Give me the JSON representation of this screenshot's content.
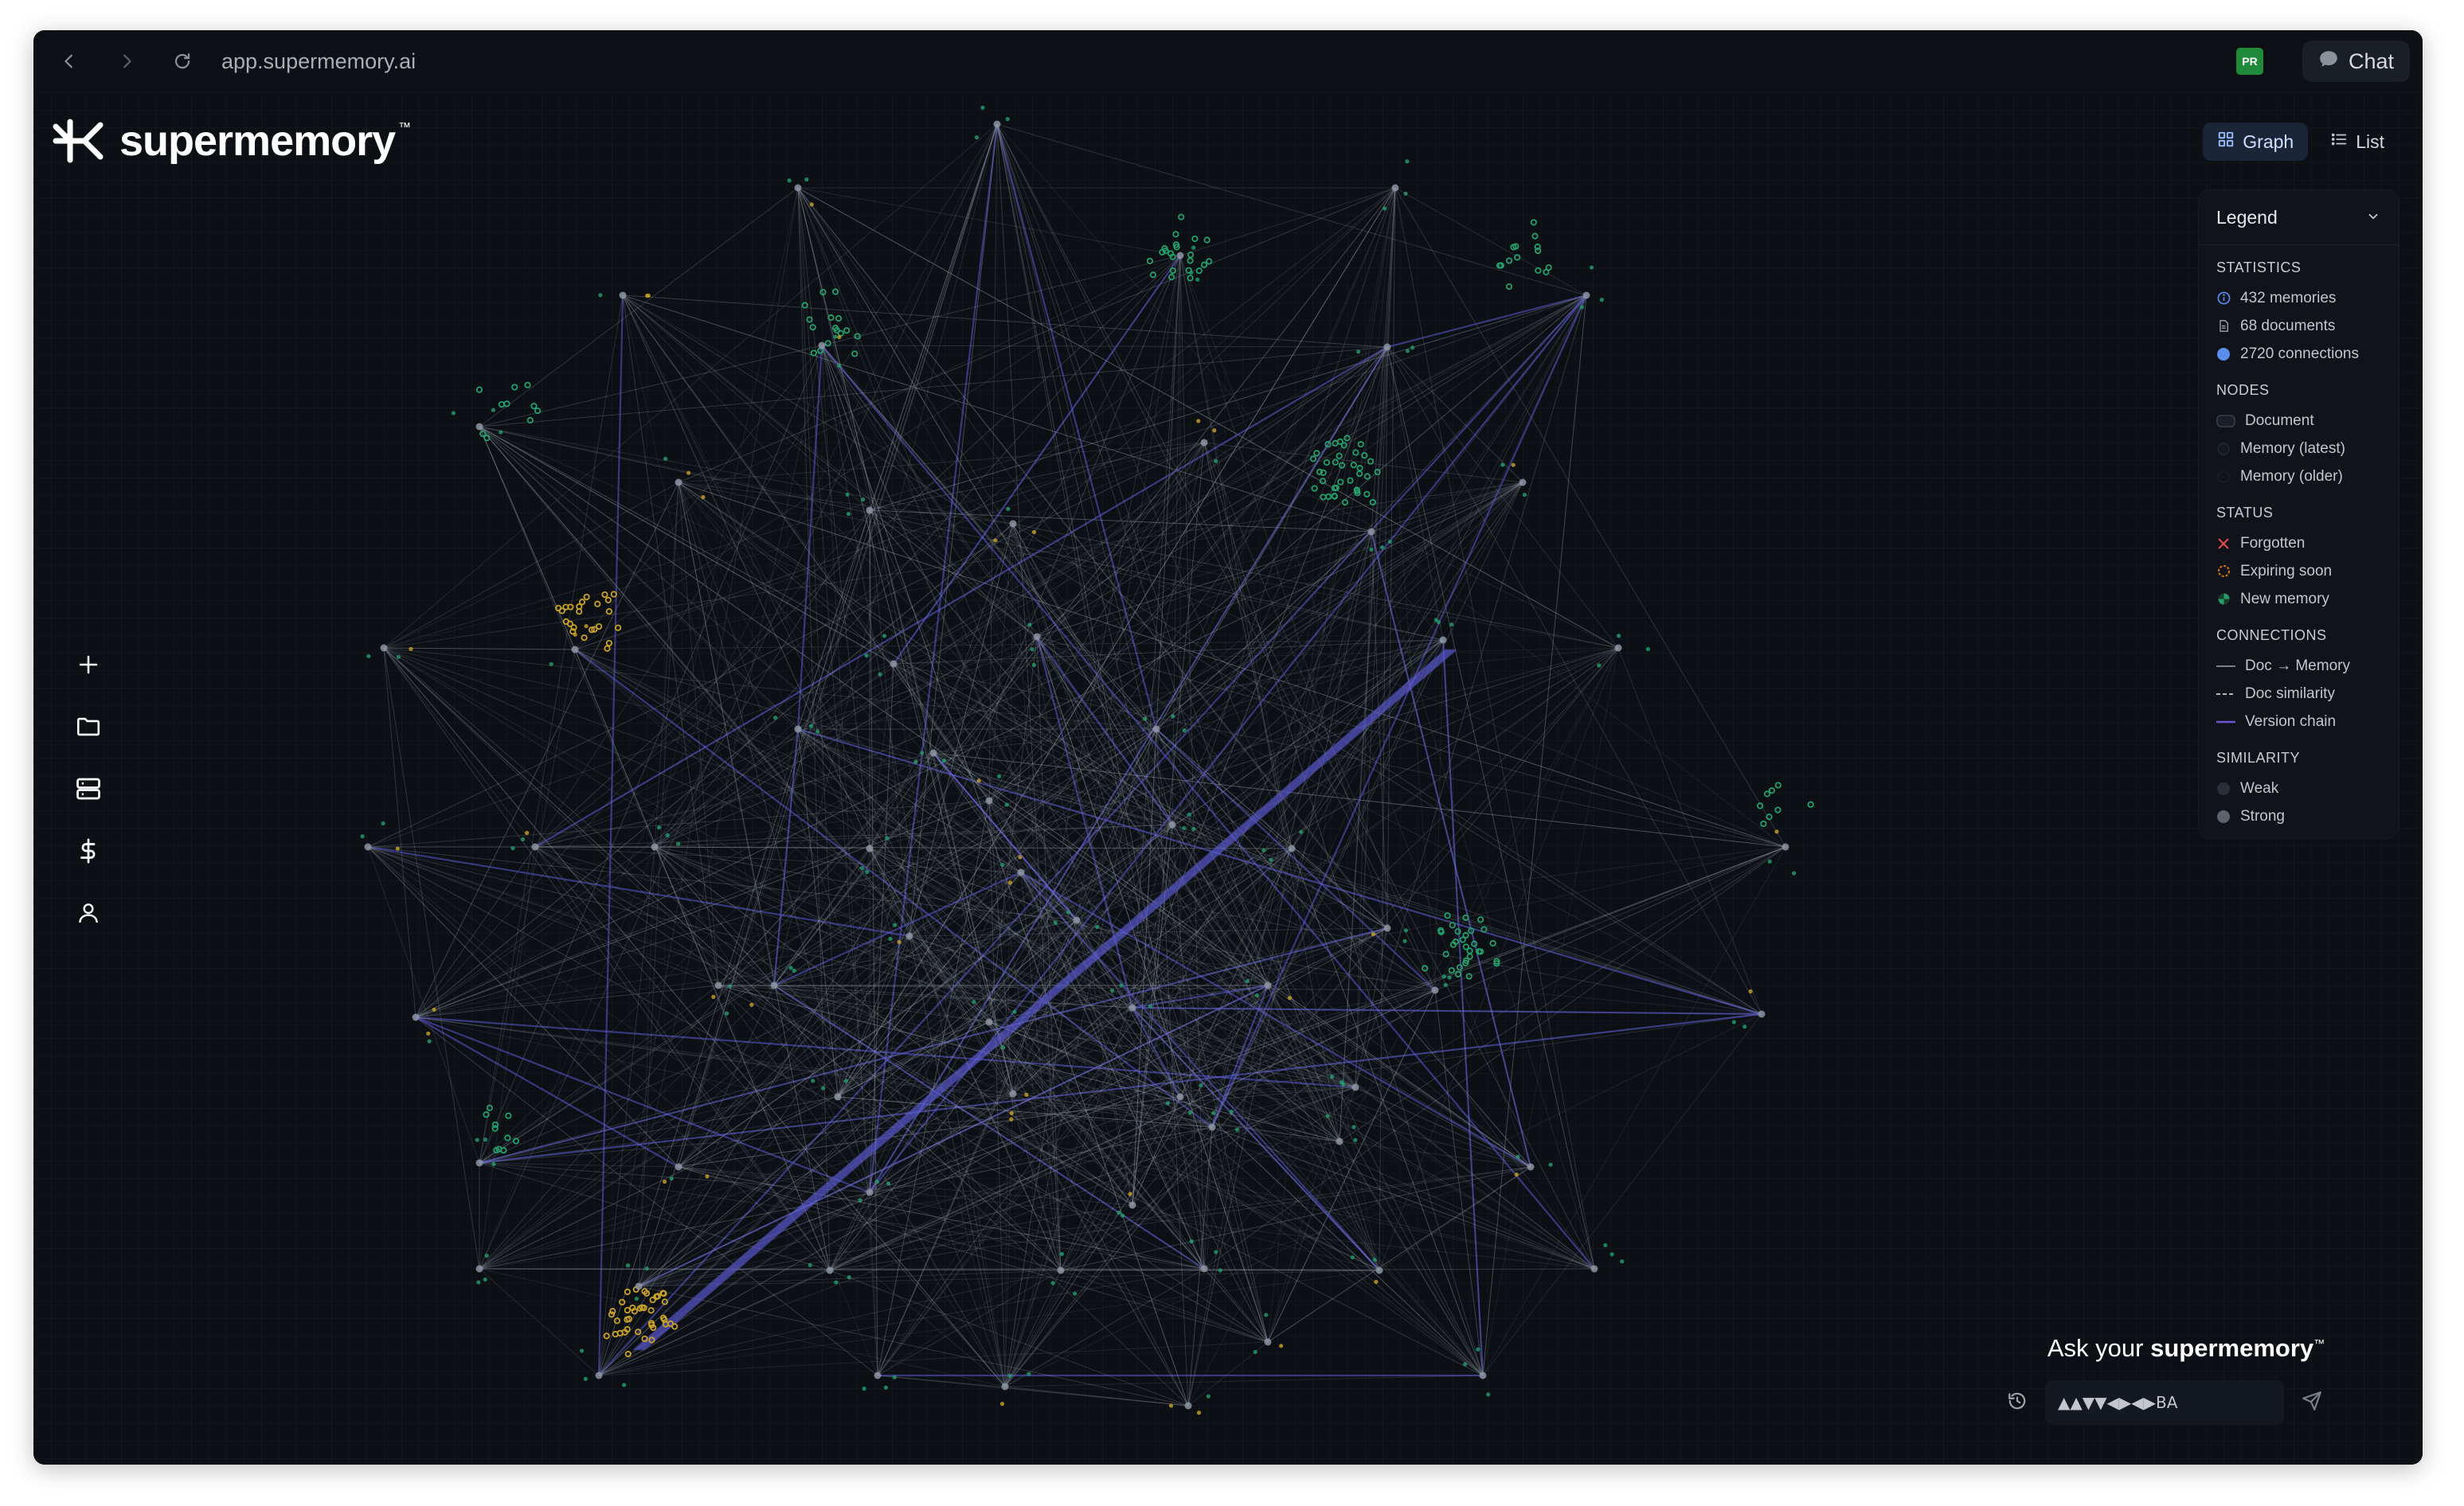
{
  "browser": {
    "url": "app.supermemory.ai",
    "extension_badge": "PR",
    "chat_label": "Chat"
  },
  "app": {
    "logo_text": "supermemory",
    "logo_tm": "™"
  },
  "view_toggle": {
    "graph_label": "Graph",
    "list_label": "List",
    "active": "Graph"
  },
  "legend": {
    "title": "Legend",
    "statistics": {
      "title": "STATISTICS",
      "memories": "432 memories",
      "documents": "68 documents",
      "connections": "2720 connections"
    },
    "nodes": {
      "title": "NODES",
      "document": "Document",
      "memory_latest": "Memory (latest)",
      "memory_older": "Memory (older)"
    },
    "status": {
      "title": "STATUS",
      "forgotten": "Forgotten",
      "expiring": "Expiring soon",
      "new": "New memory"
    },
    "connections": {
      "title": "CONNECTIONS",
      "doc_memory": "Doc → Memory",
      "doc_similarity": "Doc similarity",
      "version_chain": "Version chain"
    },
    "similarity": {
      "title": "SIMILARITY",
      "weak": "Weak",
      "strong": "Strong"
    }
  },
  "sidebar": {
    "items": [
      "add-icon",
      "folder-icon",
      "storage-icon",
      "dollar-icon",
      "user-icon"
    ]
  },
  "ask": {
    "title_prefix": "Ask your ",
    "title_brand": "supermemory",
    "title_tm": "™",
    "input_value": "▲▲▼▼◀▶◀▶BA"
  },
  "colors": {
    "canvas_bg": "#0c0f14",
    "edge": "#9aa3b2",
    "version_chain": "#5b5bd6",
    "memory_new": "#22a06b",
    "memory_expiring": "#c9a227",
    "forgotten": "#e5484d",
    "connections_dot": "#5b8def"
  }
}
